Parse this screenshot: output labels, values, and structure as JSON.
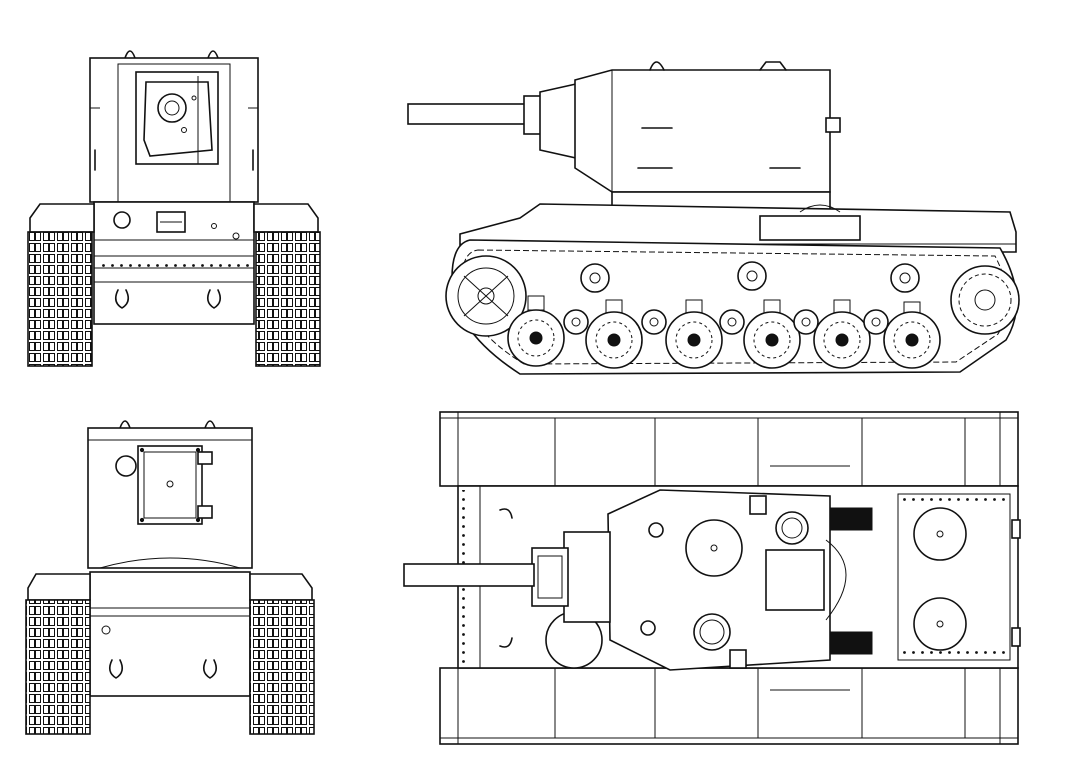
{
  "drawing": {
    "subject": "tank",
    "views": [
      {
        "id": "front",
        "label": ""
      },
      {
        "id": "side",
        "label": ""
      },
      {
        "id": "rear",
        "label": ""
      },
      {
        "id": "top",
        "label": ""
      }
    ],
    "line_color": "#111111",
    "background": "#ffffff"
  }
}
